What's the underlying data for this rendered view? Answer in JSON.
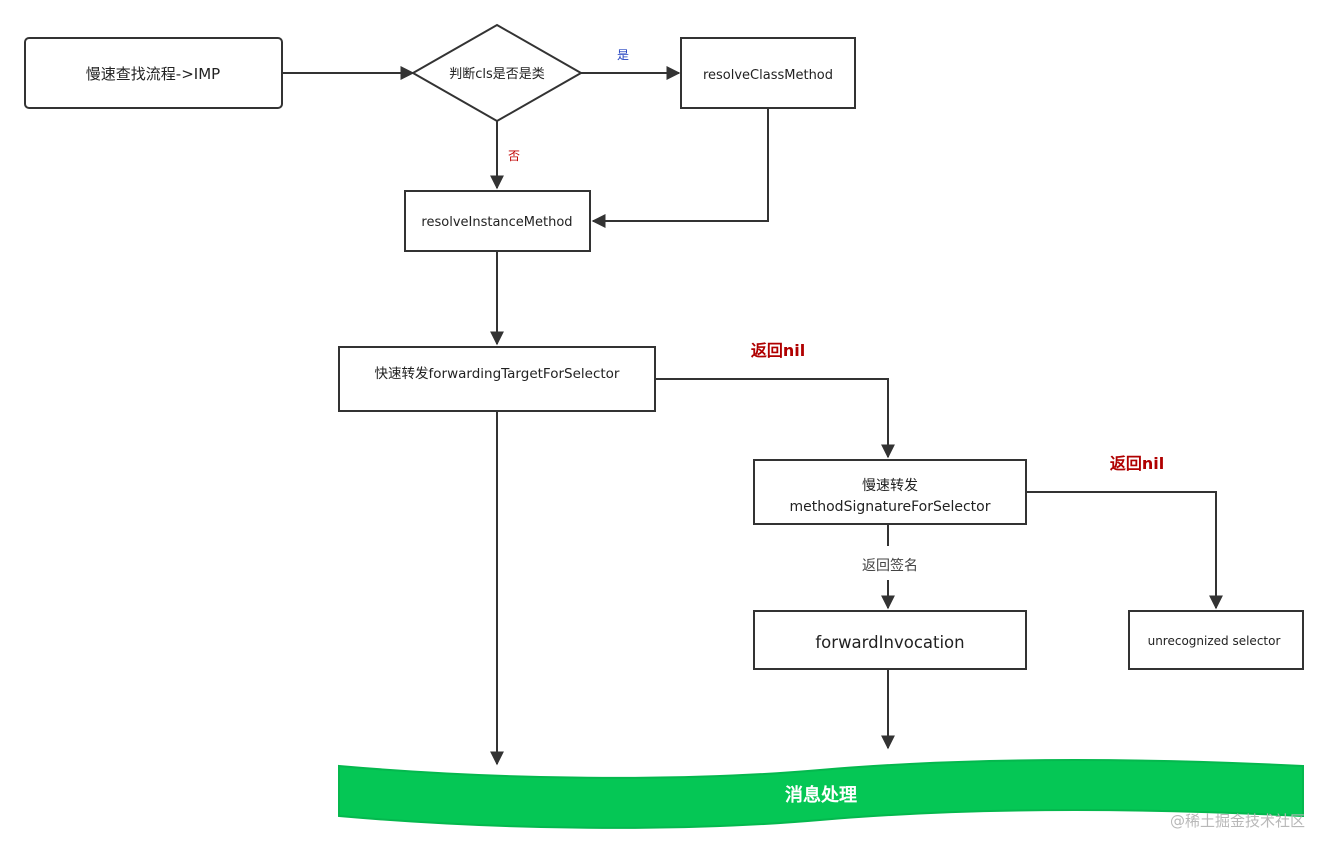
{
  "nodes": {
    "slow_lookup": "慢速查找流程->IMP",
    "is_class_decision": "判断cls是否是类",
    "resolve_class_method": "resolveClassMethod",
    "resolve_instance_method": "resolveInstanceMethod",
    "fast_forwarding": "快速转发forwardingTargetForSelector",
    "slow_forwarding_line1": "慢速转发",
    "slow_forwarding_line2": "methodSignatureForSelector",
    "forward_invocation": "forwardInvocation",
    "unrecognized_selector": "unrecognized selector",
    "message_handling": "消息处理"
  },
  "edge_labels": {
    "yes": "是",
    "no": "否",
    "return_nil_1": "返回nil",
    "return_nil_2": "返回nil",
    "return_signature": "返回签名"
  },
  "watermark": "@稀土掘金技术社区",
  "colors": {
    "line": "#333333",
    "yes_label": "#1f3fbf",
    "no_label": "#c00000",
    "nil_label": "#b00000",
    "banner_fill": "#05c755",
    "banner_text": "#ffffff"
  }
}
